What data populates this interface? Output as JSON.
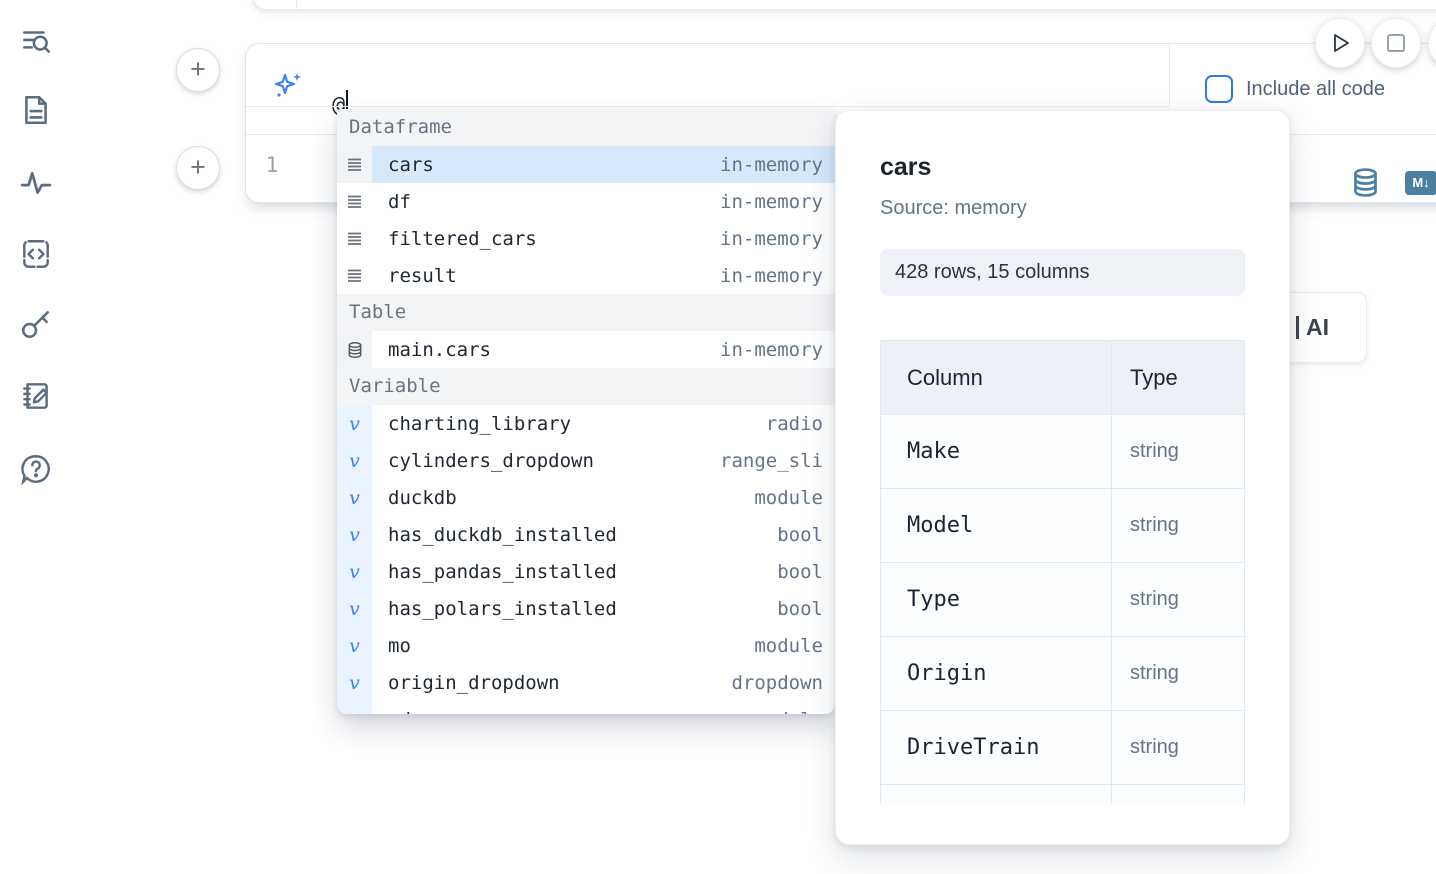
{
  "sidebar": {
    "items": [
      {
        "icon": "toc-search-icon"
      },
      {
        "icon": "file-document-icon"
      },
      {
        "icon": "activity-pulse-icon"
      },
      {
        "icon": "code-snippets-icon"
      },
      {
        "icon": "key-icon"
      },
      {
        "icon": "scratchpad-notebook-icon"
      },
      {
        "icon": "help-chat-icon"
      }
    ]
  },
  "cell": {
    "add_button_label": "+",
    "ai_input": {
      "value": "@"
    },
    "include_all_code_label": "Include all code",
    "line_number": "1",
    "icons": [
      "sparkle-ai-icon",
      "database-icon",
      "markdown-icon"
    ],
    "markdown_badge": "M↓"
  },
  "toolbar": {
    "run_icon": "play",
    "stop_icon": "square"
  },
  "background_button": {
    "label": "AI"
  },
  "autocomplete": {
    "sections": [
      {
        "label": "Dataframe",
        "items": [
          {
            "name": "cars",
            "type": "in-memory",
            "icon": "dataframe-icon",
            "gutter": "gray",
            "selected": true
          },
          {
            "name": "df",
            "type": "in-memory",
            "icon": "dataframe-icon",
            "gutter": "white",
            "selected": false
          },
          {
            "name": "filtered_cars",
            "type": "in-memory",
            "icon": "dataframe-icon",
            "gutter": "white",
            "selected": false
          },
          {
            "name": "result",
            "type": "in-memory",
            "icon": "dataframe-icon",
            "gutter": "white",
            "selected": false
          }
        ]
      },
      {
        "label": "Table",
        "items": [
          {
            "name": "main.cars",
            "type": "in-memory",
            "icon": "table-database-icon",
            "gutter": "gray",
            "selected": false
          }
        ]
      },
      {
        "label": "Variable",
        "items": [
          {
            "name": "charting_library",
            "type": "radio",
            "icon": "variable-icon",
            "gutter": "blue",
            "selected": false
          },
          {
            "name": "cylinders_dropdown",
            "type": "range_sli",
            "icon": "variable-icon",
            "gutter": "blue",
            "selected": false
          },
          {
            "name": "duckdb",
            "type": "module",
            "icon": "variable-icon",
            "gutter": "blue",
            "selected": false
          },
          {
            "name": "has_duckdb_installed",
            "type": "bool",
            "icon": "variable-icon",
            "gutter": "blue",
            "selected": false
          },
          {
            "name": "has_pandas_installed",
            "type": "bool",
            "icon": "variable-icon",
            "gutter": "blue",
            "selected": false
          },
          {
            "name": "has_polars_installed",
            "type": "bool",
            "icon": "variable-icon",
            "gutter": "blue",
            "selected": false
          },
          {
            "name": "mo",
            "type": "module",
            "icon": "variable-icon",
            "gutter": "blue",
            "selected": false
          },
          {
            "name": "origin_dropdown",
            "type": "dropdown",
            "icon": "variable-icon",
            "gutter": "blue",
            "selected": false
          },
          {
            "name": "pd",
            "type": "module",
            "icon": "variable-icon",
            "gutter": "blue",
            "selected": false
          }
        ]
      }
    ]
  },
  "preview": {
    "title": "cars",
    "source": "Source: memory",
    "shape_badge": "428 rows, 15 columns",
    "table": {
      "headers": [
        "Column",
        "Type"
      ],
      "rows": [
        {
          "column": "Make",
          "type": "string"
        },
        {
          "column": "Model",
          "type": "string"
        },
        {
          "column": "Type",
          "type": "string"
        },
        {
          "column": "Origin",
          "type": "string"
        },
        {
          "column": "DriveTrain",
          "type": "string"
        },
        {
          "column": "",
          "type": ""
        }
      ]
    }
  },
  "colors": {
    "accent_blue": "#3b82f6",
    "steel_blue": "#4b80a1",
    "selected_row": "#d7e8fb",
    "section_header_bg": "#f3f4f6",
    "badge_bg": "#eef2f7",
    "table_header_bg": "#edf1f7",
    "text_dark": "#1c2434",
    "text_gray": "#64748b"
  }
}
